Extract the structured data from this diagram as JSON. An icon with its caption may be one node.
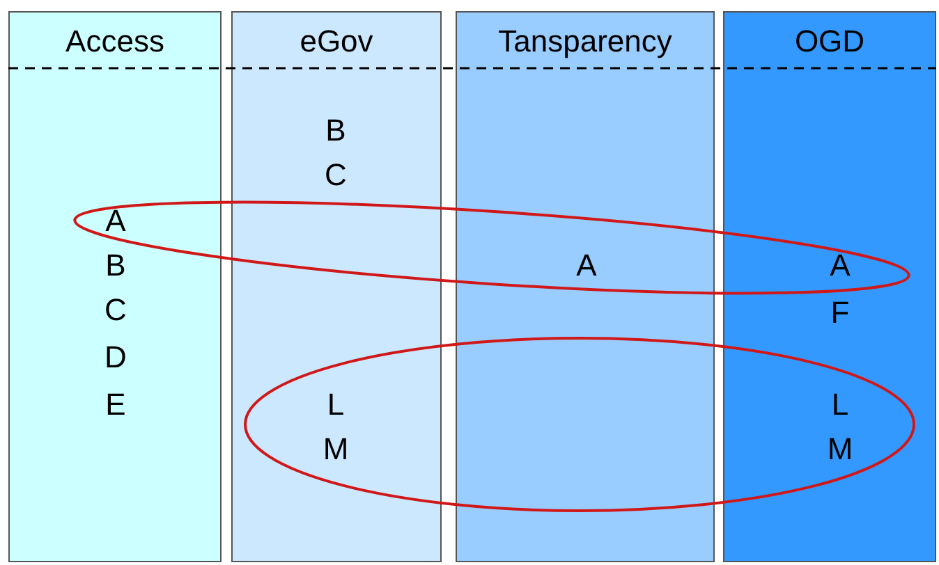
{
  "diagram": {
    "nodes": [
      {
        "text": [
          "Access",
          "A",
          "B",
          "C",
          "D",
          "E"
        ]
      },
      {
        "text": [
          "eGov",
          "B",
          "C",
          "L",
          "M"
        ]
      },
      {
        "text": [
          "Tansparency",
          "A"
        ]
      },
      {
        "text": [
          "OGD",
          "A",
          "F",
          "L",
          "M"
        ]
      }
    ]
  }
}
